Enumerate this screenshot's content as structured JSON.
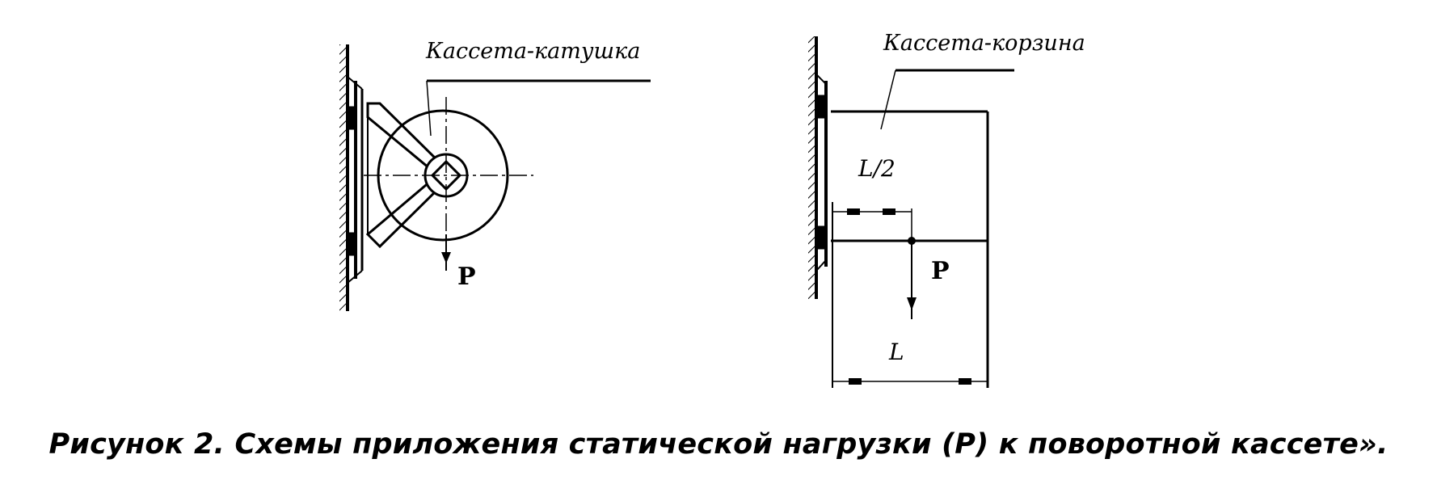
{
  "diagram": {
    "left": {
      "label": "Кассета-катушка",
      "force_label": "P"
    },
    "right": {
      "label": "Кассета-корзина",
      "half_length_label": "L/2",
      "length_label": "L",
      "force_label": "P"
    }
  },
  "caption": "Рисунок 2. Схемы приложения статической нагрузки (Р) к поворотной кассете»."
}
